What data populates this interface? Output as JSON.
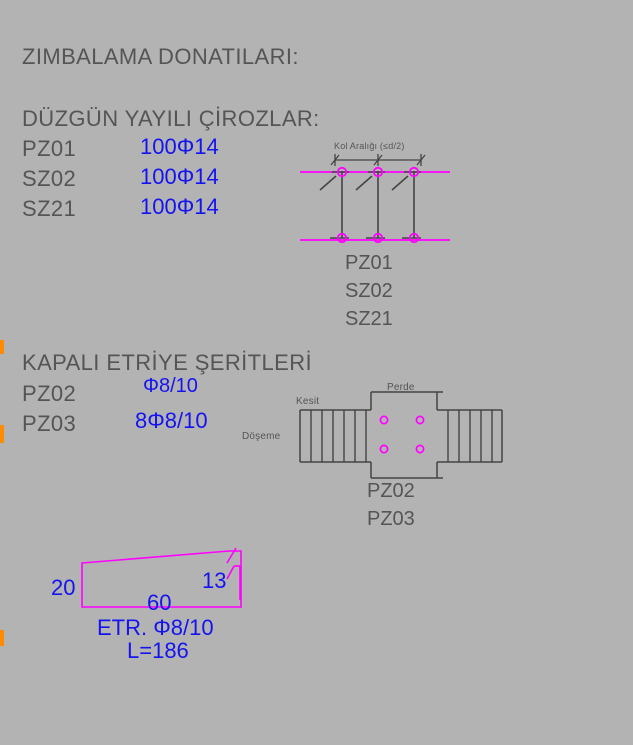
{
  "drawing": {
    "background_color": "#b3b3b3",
    "text_color": "#555555",
    "annotation_color": "#1414f0",
    "rebar_color": "#ff00ff",
    "line_color": "#444444",
    "edge_mark_color": "#ff8c00"
  },
  "section_title": "ZIMBALAMA DONATILARI:",
  "group1": {
    "title": "DÜZGÜN YAYILI ÇİROZLAR:",
    "rows": [
      {
        "mark": "PZ01",
        "rebar": "100Φ14"
      },
      {
        "mark": "SZ02",
        "rebar": "100Φ14"
      },
      {
        "mark": "SZ21",
        "rebar": "100Φ14"
      }
    ],
    "detail": {
      "dimension_label": "Kol Aralığı (≤d/2)",
      "tick_count": 3,
      "stirrup_count": 3,
      "captions": [
        "PZ01",
        "SZ02",
        "SZ21"
      ]
    }
  },
  "group2": {
    "title": "KAPALI ETRİYE ŞERİTLERİ",
    "rows": [
      {
        "mark": "PZ02",
        "rebar": "Φ8/10"
      },
      {
        "mark": "PZ03",
        "rebar": "8Φ8/10"
      }
    ],
    "detail": {
      "label_slab": "Döşeme",
      "label_section": "Kesit",
      "label_wall": "Perde",
      "rebar_dot_count": 4,
      "captions": [
        "PZ02",
        "PZ03"
      ]
    }
  },
  "stirrup_schedule": {
    "dim_left": "20",
    "dim_right": "13",
    "dim_bottom": "60",
    "callout": "ETR. Φ8/10",
    "length": "L=186"
  }
}
